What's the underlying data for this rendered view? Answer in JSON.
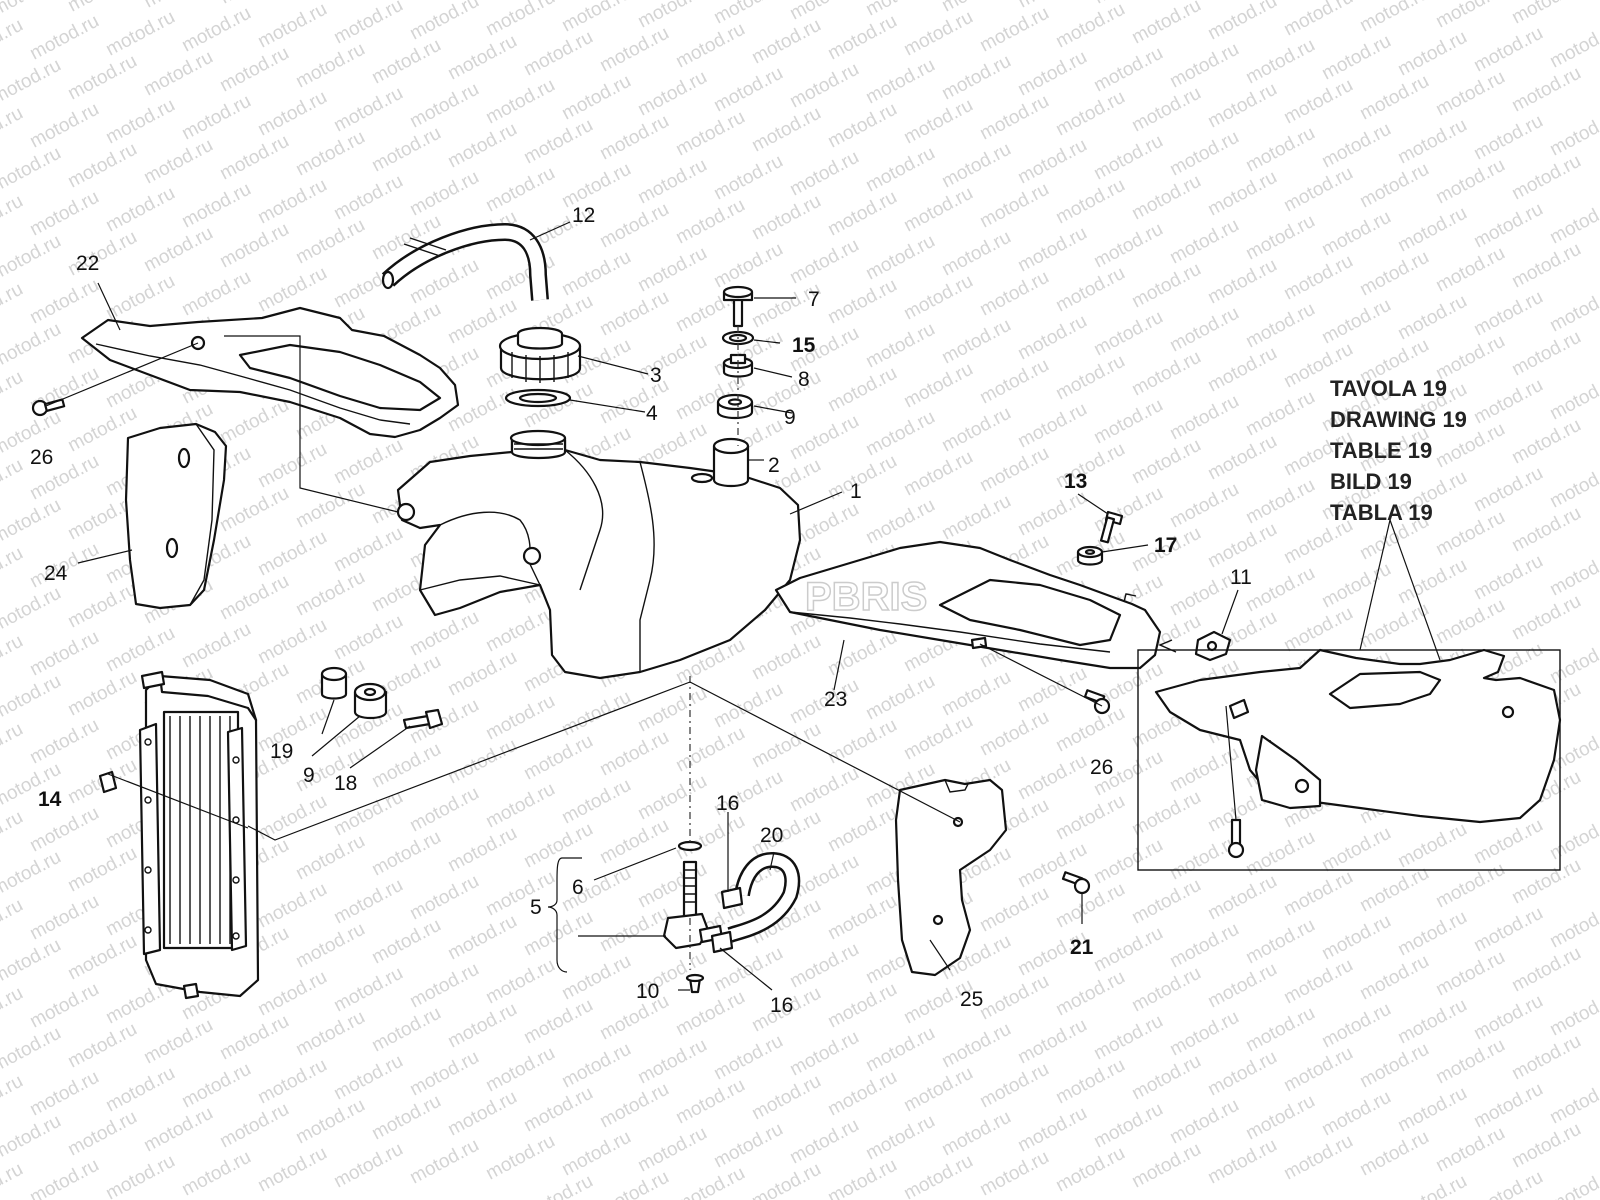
{
  "watermark": {
    "text": "motod.ru"
  },
  "logo": {
    "text": "PBRIS"
  },
  "reference": {
    "lines": [
      "TAVOLA 19",
      "DRAWING 19",
      "TABLE 19",
      "BILD 19",
      "TABLA 19"
    ]
  },
  "callouts": [
    {
      "id": "c22",
      "text": "22"
    },
    {
      "id": "c26a",
      "text": "26"
    },
    {
      "id": "c24",
      "text": "24"
    },
    {
      "id": "c12",
      "text": "12"
    },
    {
      "id": "c3",
      "text": "3"
    },
    {
      "id": "c4",
      "text": "4"
    },
    {
      "id": "c7",
      "text": "7"
    },
    {
      "id": "c15",
      "text": "15"
    },
    {
      "id": "c8",
      "text": "8"
    },
    {
      "id": "c9a",
      "text": "9"
    },
    {
      "id": "c2",
      "text": "2"
    },
    {
      "id": "c1",
      "text": "1"
    },
    {
      "id": "c13",
      "text": "13"
    },
    {
      "id": "c17",
      "text": "17"
    },
    {
      "id": "c11",
      "text": "11"
    },
    {
      "id": "c23",
      "text": "23"
    },
    {
      "id": "c26b",
      "text": "26"
    },
    {
      "id": "c19",
      "text": "19"
    },
    {
      "id": "c9b",
      "text": "9"
    },
    {
      "id": "c18",
      "text": "18"
    },
    {
      "id": "c14",
      "text": "14"
    },
    {
      "id": "c16a",
      "text": "16"
    },
    {
      "id": "c20",
      "text": "20"
    },
    {
      "id": "c6",
      "text": "6"
    },
    {
      "id": "c5",
      "text": "5"
    },
    {
      "id": "c10",
      "text": "10"
    },
    {
      "id": "c16b",
      "text": "16"
    },
    {
      "id": "c25",
      "text": "25"
    },
    {
      "id": "c21",
      "text": "21"
    }
  ]
}
